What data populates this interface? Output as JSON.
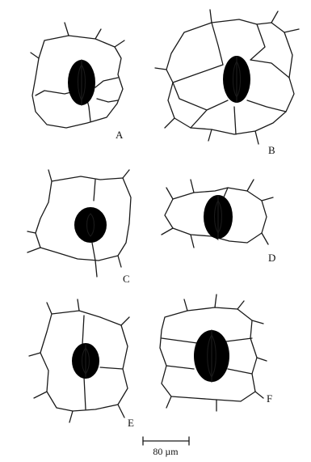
{
  "panels": [
    {
      "id": "A",
      "label": "A"
    },
    {
      "id": "B",
      "label": "B"
    },
    {
      "id": "C",
      "label": "C"
    },
    {
      "id": "D",
      "label": "D"
    },
    {
      "id": "E",
      "label": "E"
    },
    {
      "id": "F",
      "label": "F"
    }
  ],
  "scale_bar": {
    "label": "80 µm"
  }
}
